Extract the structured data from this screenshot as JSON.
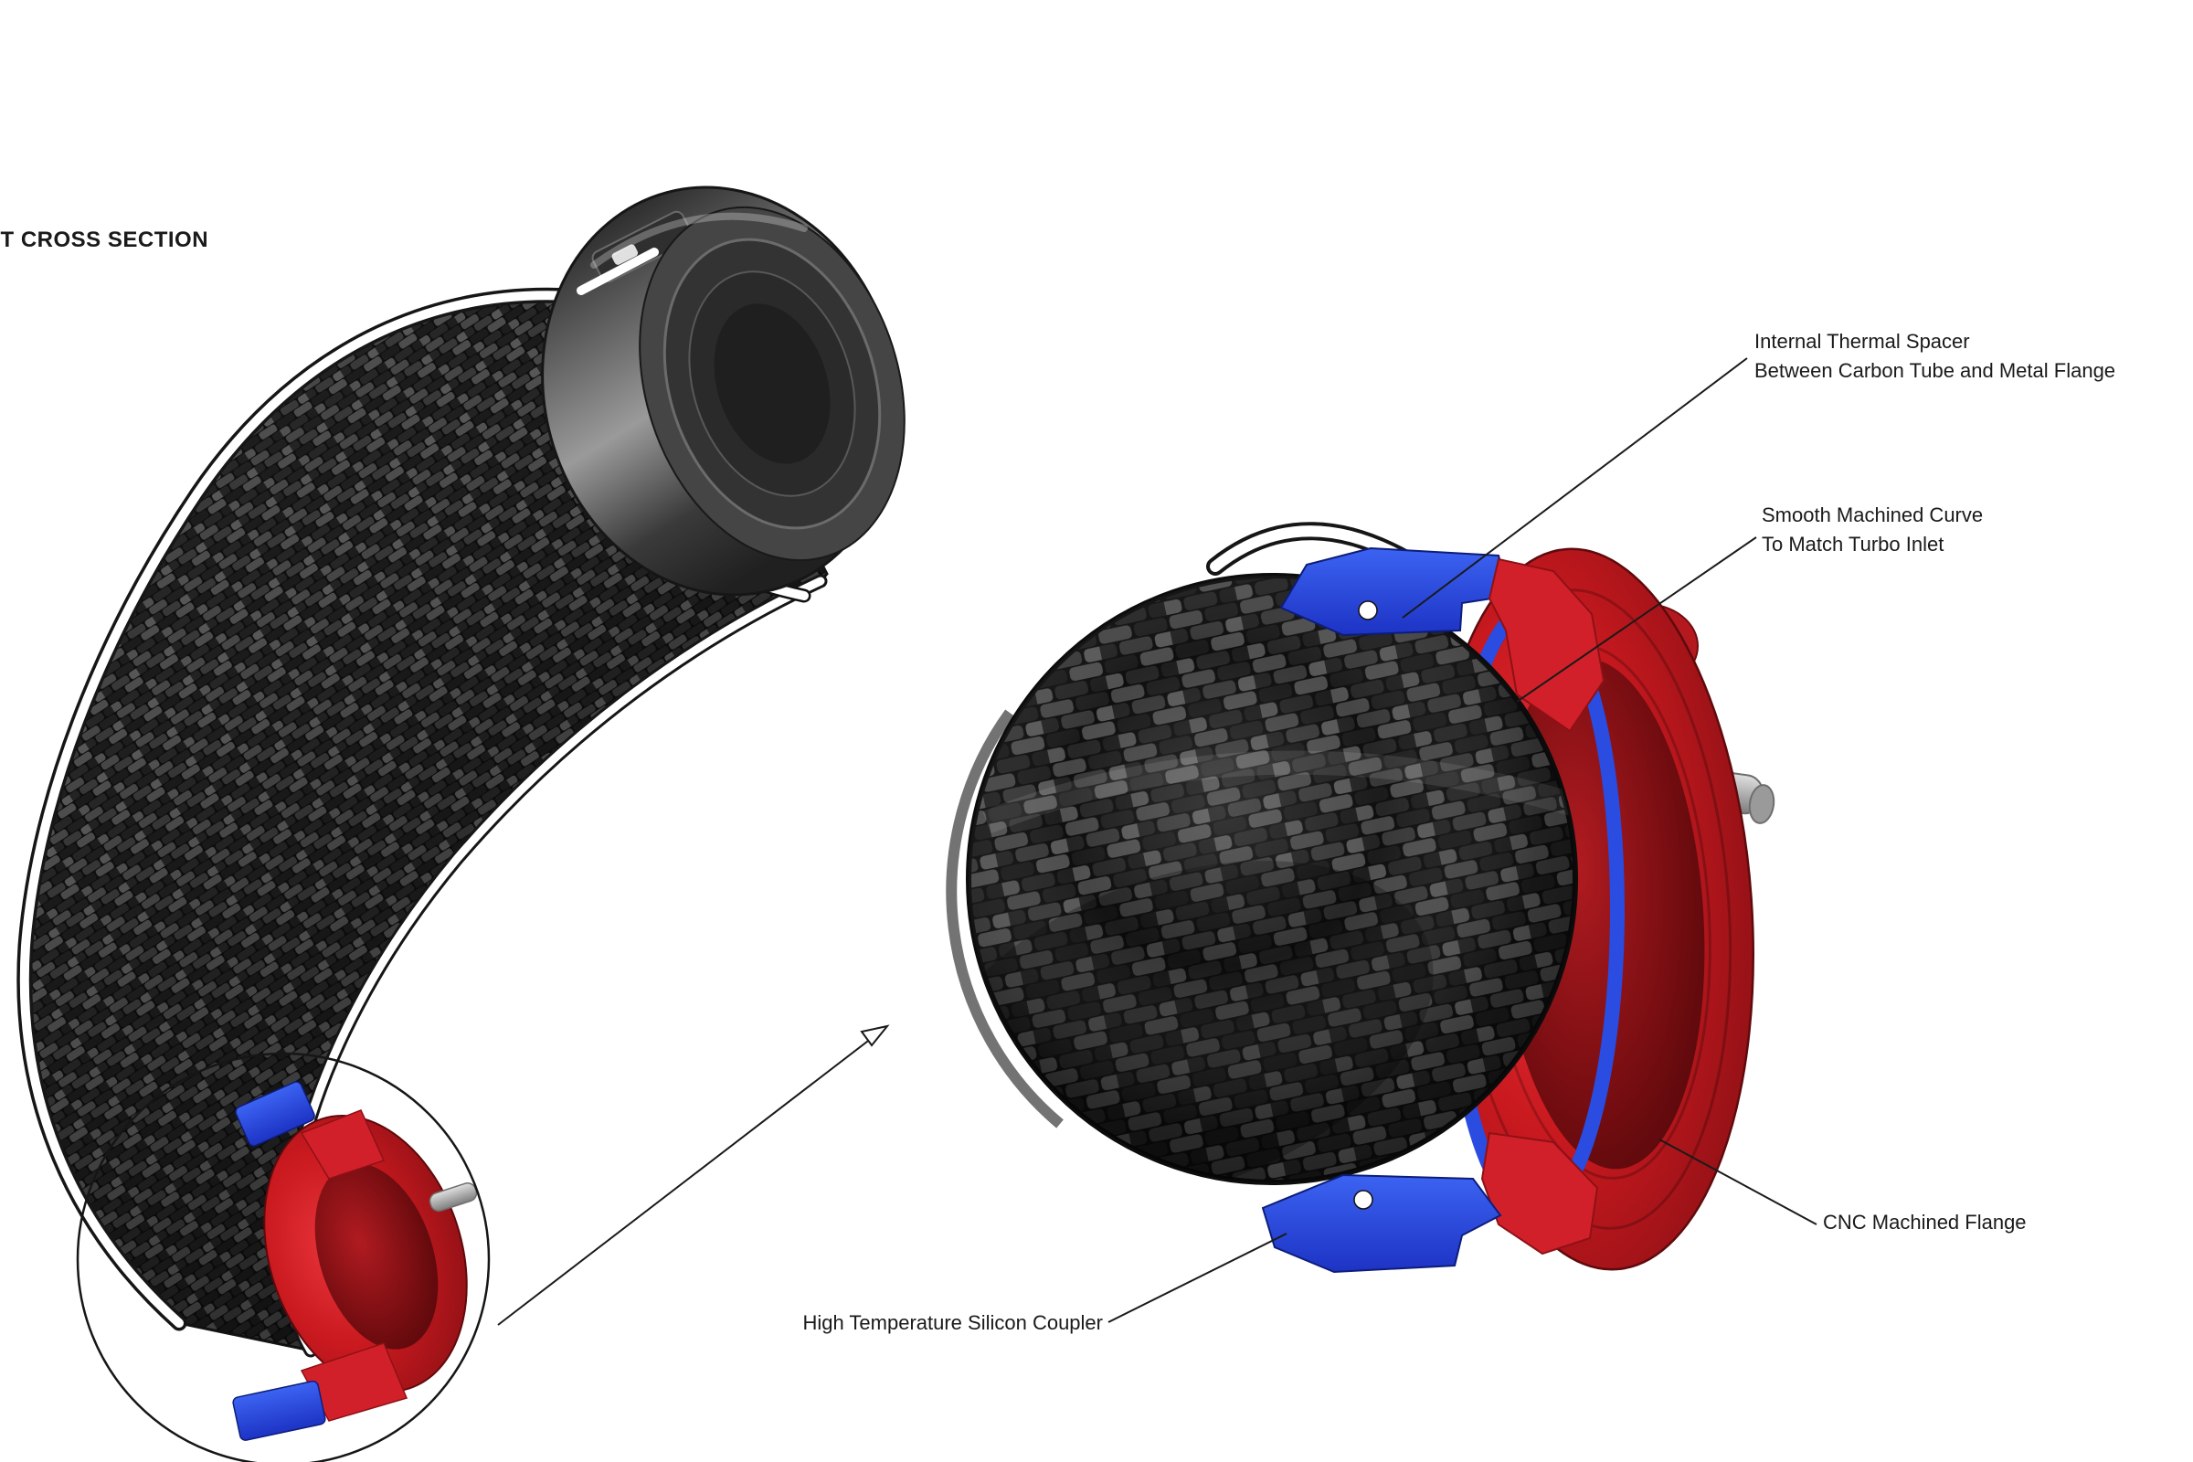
{
  "title": {
    "text": "ET CROSS SECTION"
  },
  "callouts": {
    "thermal_spacer": {
      "line1": "Internal Thermal Spacer",
      "line2": "Between Carbon Tube and Metal Flange"
    },
    "machined_curve": {
      "line1": "Smooth Machined Curve",
      "line2": "To Match Turbo Inlet"
    },
    "cnc_flange": {
      "text": "CNC Machined Flange"
    },
    "silicon_coupler": {
      "text": "High Temperature Silicon Coupler"
    }
  },
  "colors": {
    "page_bg": "#ffffff",
    "text_dark": "#1a1a1a",
    "line_black": "#1a1a1a",
    "flange_red": "#c8191f",
    "flange_dark_red": "#6e0d10",
    "cut_red": "#d2202a",
    "coupler_blue": "#2a4ce0",
    "coupler_blue_dark": "#1b35c6",
    "metal_gray": "#b9b9b9",
    "hose_gray": "#3f3f3f",
    "carbon_black": "#0e0e0e"
  }
}
